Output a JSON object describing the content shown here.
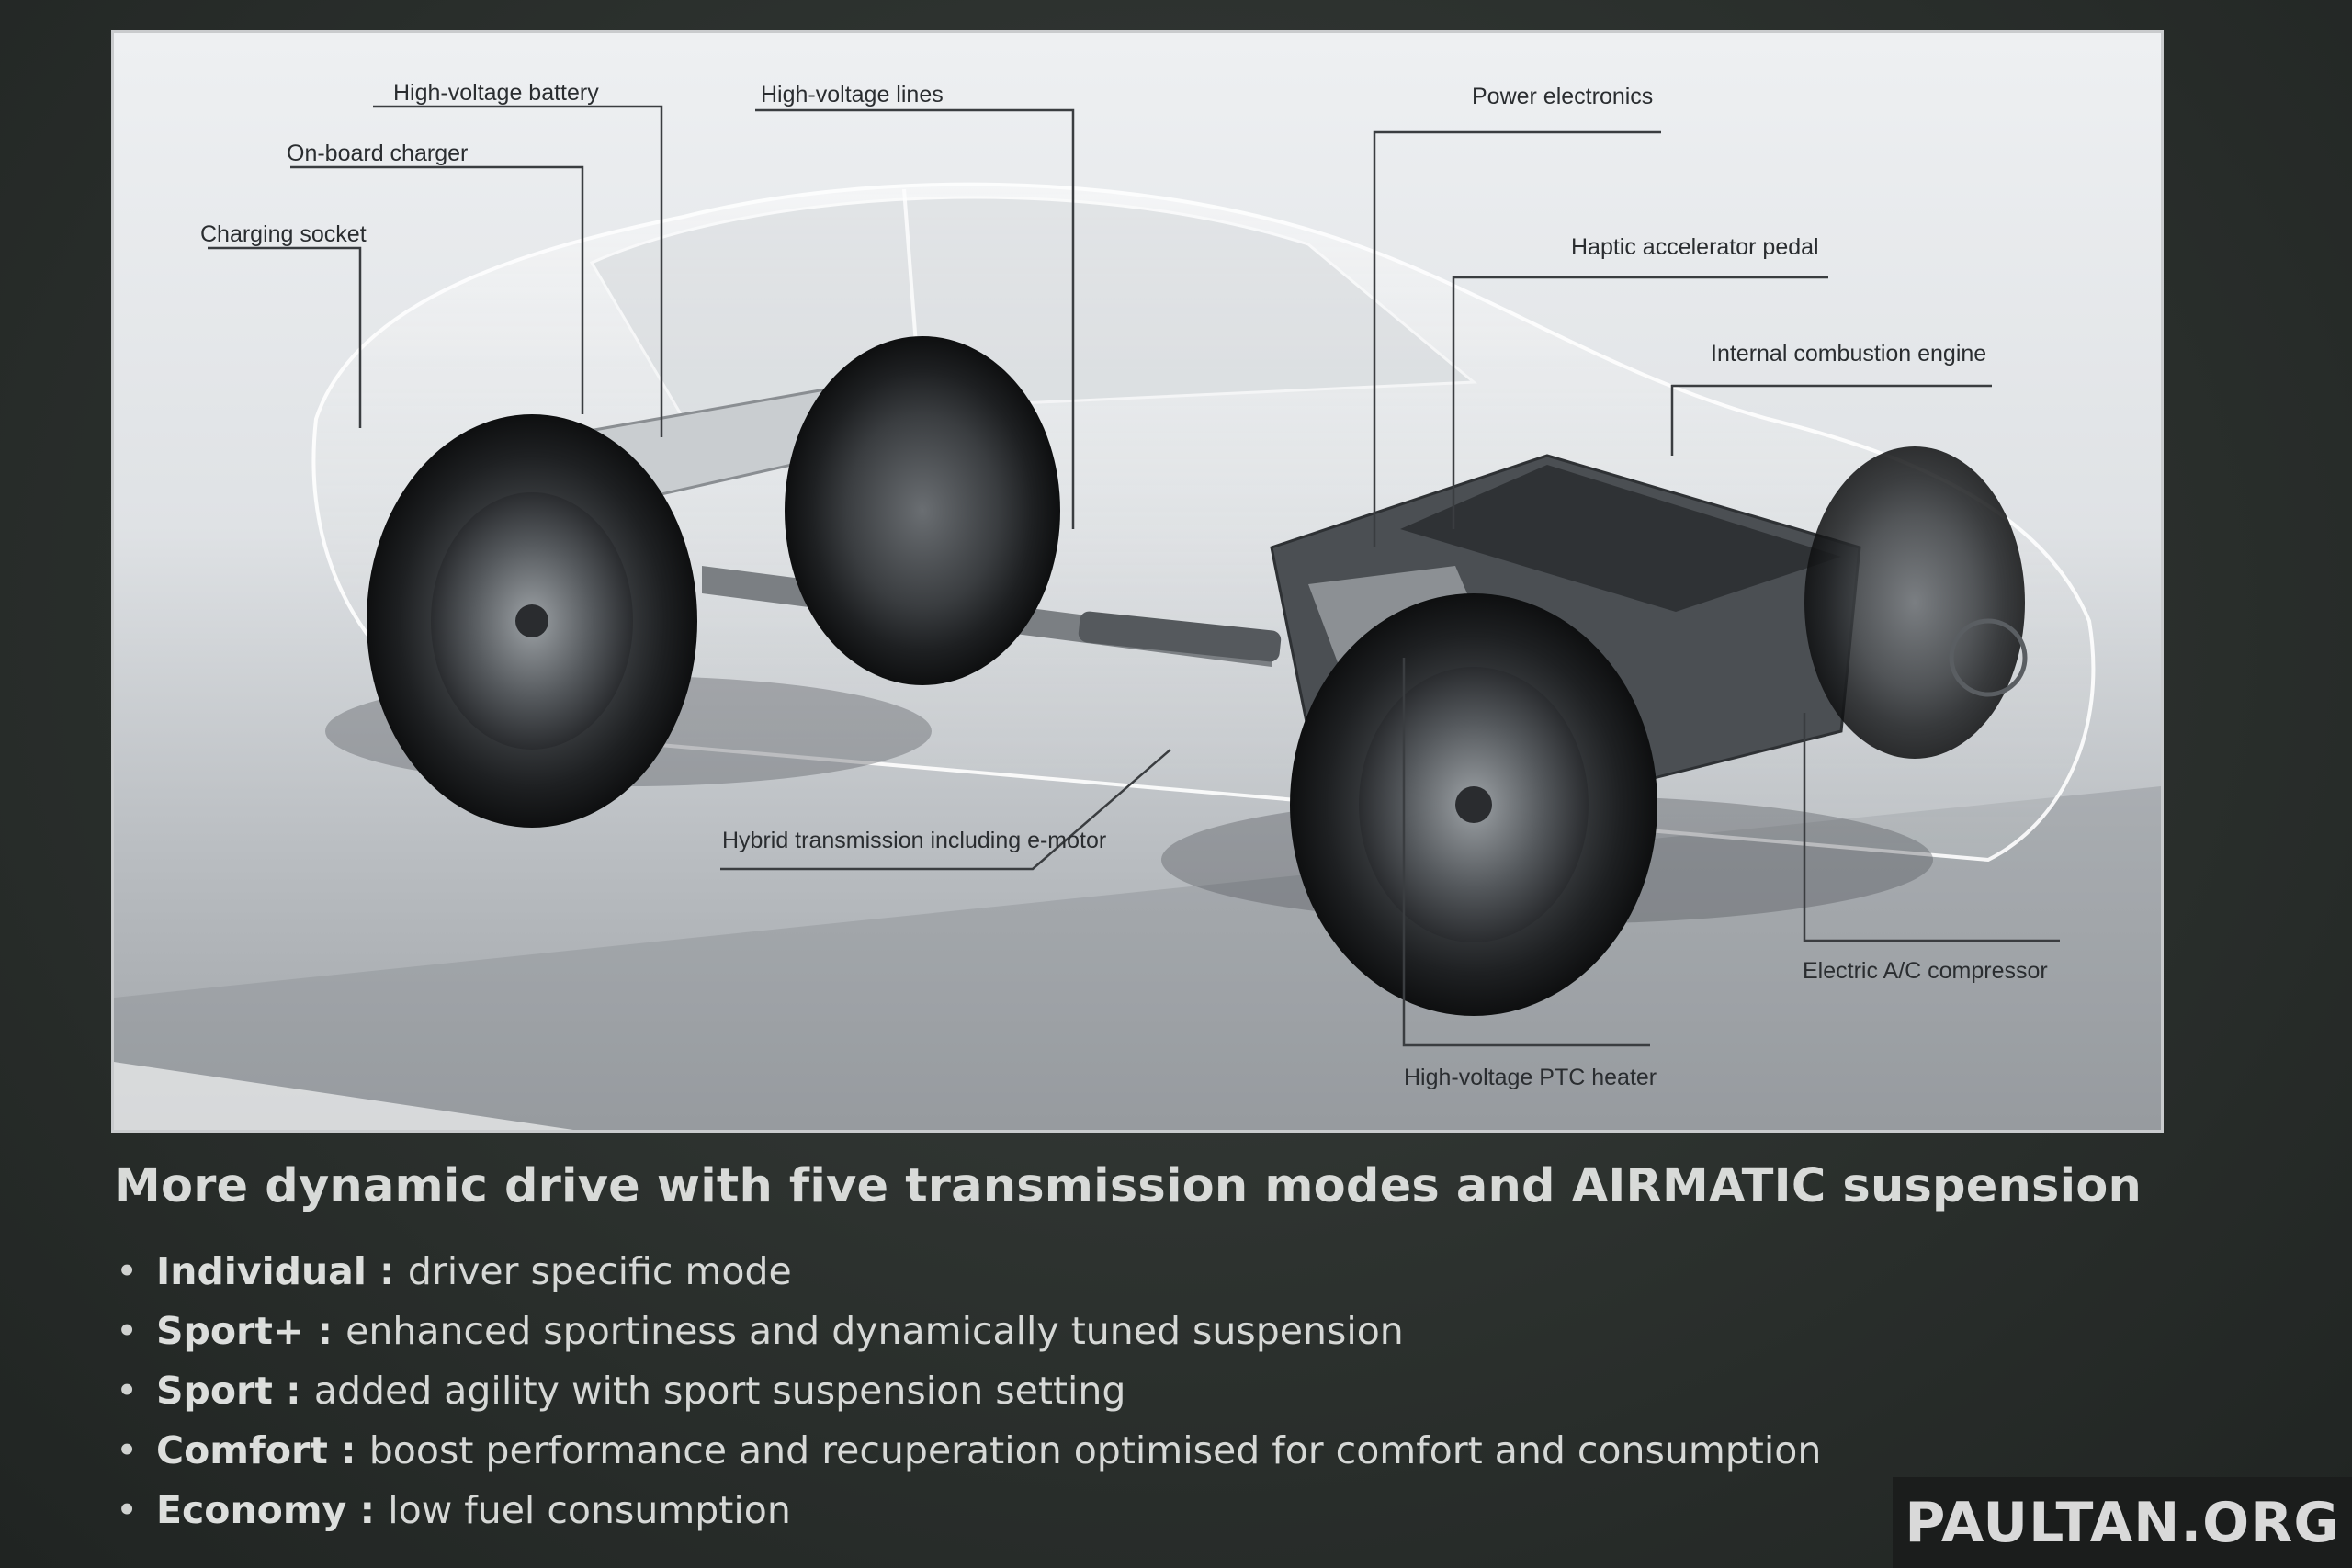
{
  "diagram": {
    "callouts": {
      "high_voltage_battery": "High-voltage battery",
      "on_board_charger": "On-board charger",
      "charging_socket": "Charging socket",
      "high_voltage_lines": "High-voltage lines",
      "power_electronics": "Power electronics",
      "haptic_accelerator_pedal": "Haptic accelerator pedal",
      "internal_combustion_engine": "Internal combustion engine",
      "hybrid_transmission": "Hybrid transmission including e-motor",
      "electric_ac_compressor": "Electric A/C compressor",
      "high_voltage_ptc_heater": "High-voltage PTC heater"
    }
  },
  "heading": "More dynamic drive with five transmission modes and AIRMATIC suspension",
  "modes": [
    {
      "bullet": "•",
      "name": "Individual",
      "sep": " : ",
      "desc": "driver specific mode"
    },
    {
      "bullet": "•",
      "name": "Sport+",
      "sep": " : ",
      "desc": "enhanced sportiness and dynamically tuned suspension"
    },
    {
      "bullet": "•",
      "name": "Sport",
      "sep": " : ",
      "desc": "added agility with sport suspension setting"
    },
    {
      "bullet": "•",
      "name": "Comfort",
      "sep": " : ",
      "desc": "boost performance and recuperation optimised for comfort and consumption"
    },
    {
      "bullet": "•",
      "name": "Economy",
      "sep": " : ",
      "desc": "low fuel consumption"
    }
  ],
  "watermark": "PAULTAN.ORG"
}
